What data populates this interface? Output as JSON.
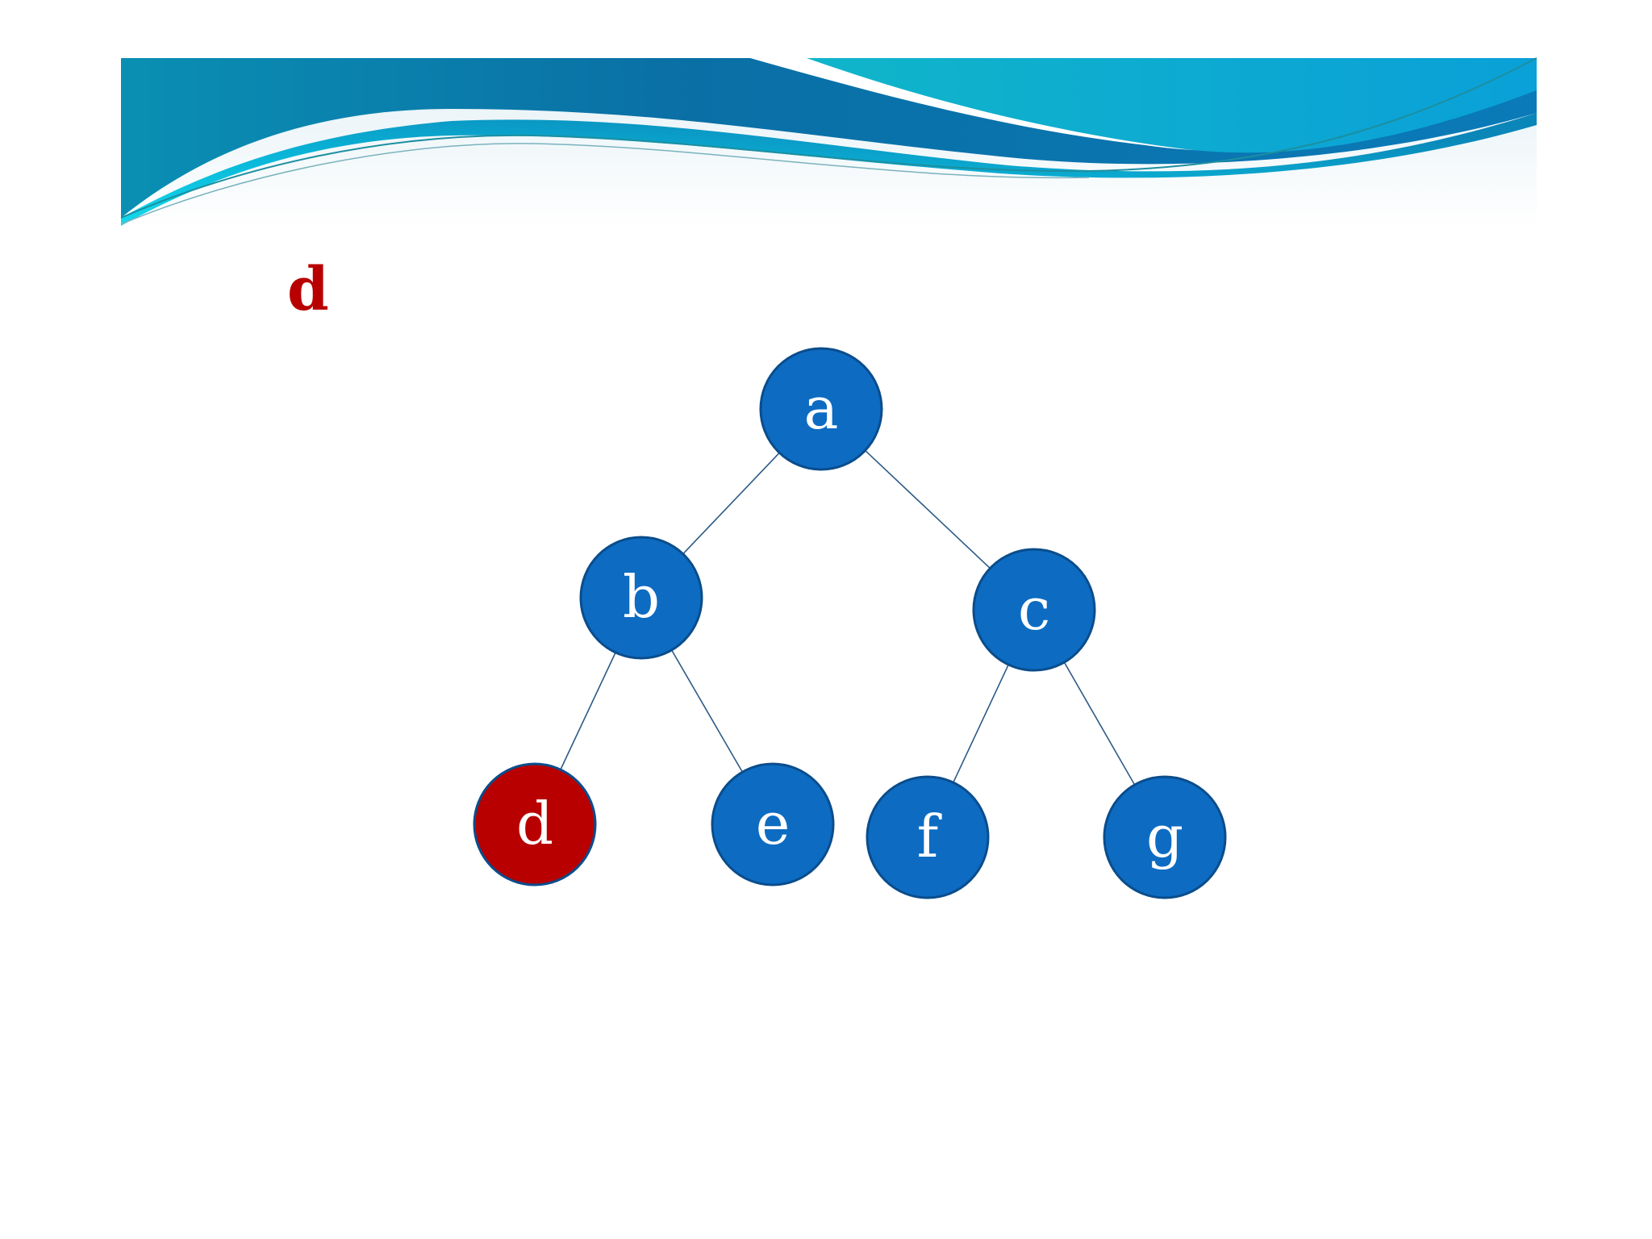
{
  "slide": {
    "visited_label": "d",
    "colors": {
      "node_fill": "#0d6bc2",
      "node_stroke": "#0a4d8c",
      "highlight_fill": "#b80000",
      "edge": "#2c5a86",
      "label_text": "#ffffff",
      "visited_text": "#b80000"
    }
  },
  "tree": {
    "nodes": [
      {
        "id": "a",
        "label": "a",
        "highlighted": false
      },
      {
        "id": "b",
        "label": "b",
        "highlighted": false
      },
      {
        "id": "c",
        "label": "c",
        "highlighted": false
      },
      {
        "id": "d",
        "label": "d",
        "highlighted": true
      },
      {
        "id": "e",
        "label": "e",
        "highlighted": false
      },
      {
        "id": "f",
        "label": "f",
        "highlighted": false
      },
      {
        "id": "g",
        "label": "g",
        "highlighted": false
      }
    ],
    "edges": [
      {
        "from": "a",
        "to": "b"
      },
      {
        "from": "a",
        "to": "c"
      },
      {
        "from": "b",
        "to": "d"
      },
      {
        "from": "b",
        "to": "e"
      },
      {
        "from": "c",
        "to": "f"
      },
      {
        "from": "c",
        "to": "g"
      }
    ]
  }
}
